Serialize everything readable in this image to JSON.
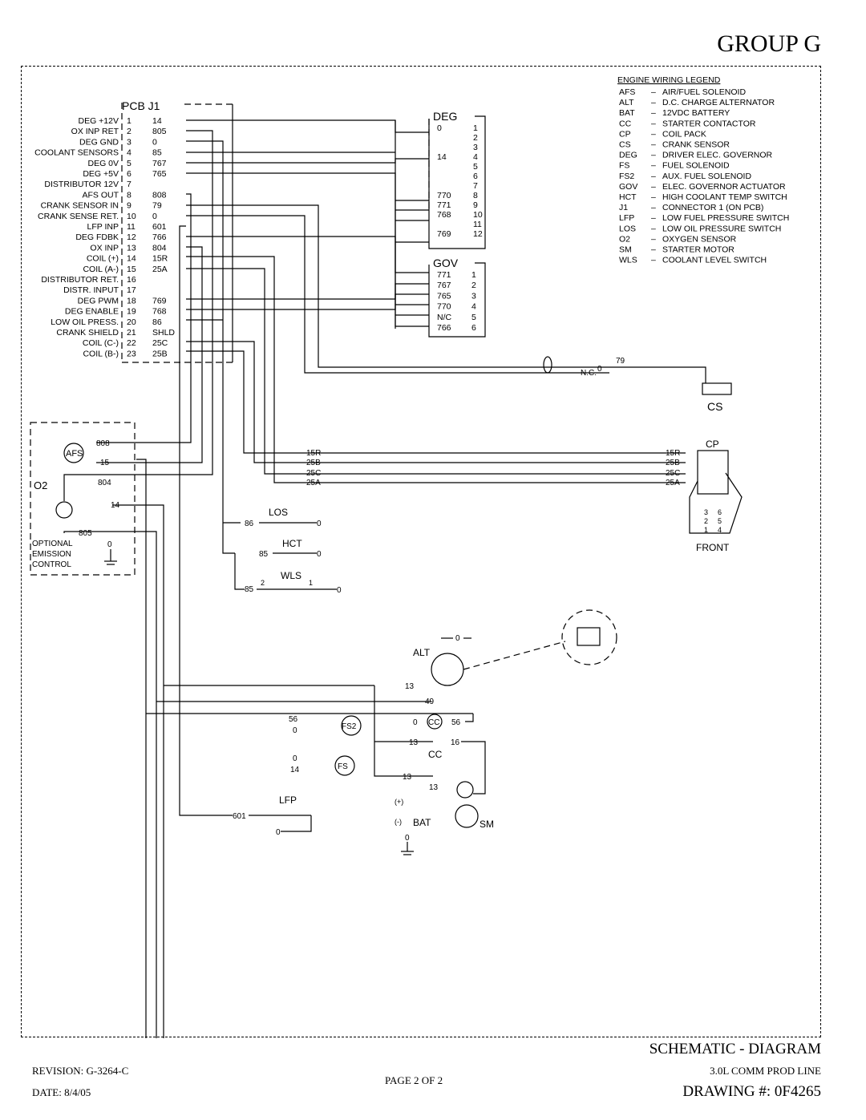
{
  "header": {
    "group": "GROUP G"
  },
  "pcb": {
    "title": "PCB J1",
    "pins": [
      {
        "label": "DEG +12V",
        "pin": "1",
        "wire": "14"
      },
      {
        "label": "OX INP RET",
        "pin": "2",
        "wire": "805"
      },
      {
        "label": "DEG GND",
        "pin": "3",
        "wire": "0"
      },
      {
        "label": "COOLANT SENSORS",
        "pin": "4",
        "wire": "85"
      },
      {
        "label": "DEG 0V",
        "pin": "5",
        "wire": "767"
      },
      {
        "label": "DEG +5V",
        "pin": "6",
        "wire": "765"
      },
      {
        "label": "DISTRIBUTOR 12V",
        "pin": "7",
        "wire": ""
      },
      {
        "label": "AFS OUT",
        "pin": "8",
        "wire": "808"
      },
      {
        "label": "CRANK SENSOR IN",
        "pin": "9",
        "wire": "79"
      },
      {
        "label": "CRANK SENSE RET.",
        "pin": "10",
        "wire": "0"
      },
      {
        "label": "LFP INP",
        "pin": "11",
        "wire": "601"
      },
      {
        "label": "DEG FDBK",
        "pin": "12",
        "wire": "766"
      },
      {
        "label": "OX INP",
        "pin": "13",
        "wire": "804"
      },
      {
        "label": "COIL (+)",
        "pin": "14",
        "wire": "15R"
      },
      {
        "label": "COIL (A-)",
        "pin": "15",
        "wire": "25A"
      },
      {
        "label": "DISTRIBUTOR RET.",
        "pin": "16",
        "wire": ""
      },
      {
        "label": "DISTR. INPUT",
        "pin": "17",
        "wire": ""
      },
      {
        "label": "DEG PWM",
        "pin": "18",
        "wire": "769"
      },
      {
        "label": "DEG ENABLE",
        "pin": "19",
        "wire": "768"
      },
      {
        "label": "LOW OIL PRESS.",
        "pin": "20",
        "wire": "86"
      },
      {
        "label": "CRANK SHIELD",
        "pin": "21",
        "wire": "SHLD"
      },
      {
        "label": "COIL (C-)",
        "pin": "22",
        "wire": "25C"
      },
      {
        "label": "COIL (B-)",
        "pin": "23",
        "wire": "25B"
      }
    ]
  },
  "deg": {
    "title": "DEG",
    "rows": [
      {
        "pin": "1",
        "wire": "0"
      },
      {
        "pin": "2",
        "wire": ""
      },
      {
        "pin": "3",
        "wire": ""
      },
      {
        "pin": "4",
        "wire": "14"
      },
      {
        "pin": "5",
        "wire": ""
      },
      {
        "pin": "6",
        "wire": ""
      },
      {
        "pin": "7",
        "wire": ""
      },
      {
        "pin": "8",
        "wire": "770"
      },
      {
        "pin": "9",
        "wire": "771"
      },
      {
        "pin": "10",
        "wire": "768"
      },
      {
        "pin": "11",
        "wire": ""
      },
      {
        "pin": "12",
        "wire": "769"
      }
    ]
  },
  "gov": {
    "title": "GOV",
    "rows": [
      {
        "pin": "1",
        "wire": "771"
      },
      {
        "pin": "2",
        "wire": "767"
      },
      {
        "pin": "3",
        "wire": "765"
      },
      {
        "pin": "4",
        "wire": "770"
      },
      {
        "pin": "5",
        "wire": "N/C"
      },
      {
        "pin": "6",
        "wire": "766"
      }
    ]
  },
  "legend": {
    "title": "ENGINE WIRING LEGEND",
    "items": [
      {
        "code": "AFS",
        "desc": "AIR/FUEL SOLENOID"
      },
      {
        "code": "ALT",
        "desc": "D.C. CHARGE ALTERNATOR"
      },
      {
        "code": "BAT",
        "desc": "12VDC BATTERY"
      },
      {
        "code": "CC",
        "desc": "STARTER CONTACTOR"
      },
      {
        "code": "CP",
        "desc": "COIL PACK"
      },
      {
        "code": "CS",
        "desc": "CRANK SENSOR"
      },
      {
        "code": "DEG",
        "desc": "DRIVER ELEC. GOVERNOR"
      },
      {
        "code": "FS",
        "desc": "FUEL SOLENOID"
      },
      {
        "code": "FS2",
        "desc": "AUX. FUEL SOLENOID"
      },
      {
        "code": "GOV",
        "desc": "ELEC. GOVERNOR ACTUATOR"
      },
      {
        "code": "HCT",
        "desc": "HIGH COOLANT TEMP SWITCH"
      },
      {
        "code": "J1",
        "desc": "CONNECTOR 1 (ON PCB)"
      },
      {
        "code": "LFP",
        "desc": "LOW FUEL PRESSURE SWITCH"
      },
      {
        "code": "LOS",
        "desc": "LOW OIL PRESSURE SWITCH"
      },
      {
        "code": "O2",
        "desc": "OXYGEN SENSOR"
      },
      {
        "code": "SM",
        "desc": "STARTER MOTOR"
      },
      {
        "code": "WLS",
        "desc": "COOLANT LEVEL SWITCH"
      }
    ]
  },
  "labels": {
    "cs": "CS",
    "cs_wire": "79",
    "cs_nc": "N.C.",
    "cs_nc_wire": "0",
    "cp": "CP",
    "front": "FRONT",
    "cp_wires": [
      "15R",
      "25B",
      "25C",
      "25A"
    ],
    "cp_wires_left": [
      "15R",
      "25B",
      "25C",
      "25A"
    ],
    "cp_pins_left": [
      "3",
      "2",
      "1"
    ],
    "cp_pins_right": [
      "6",
      "5",
      "4"
    ],
    "afs": "AFS",
    "o2": "O2",
    "afs_808": "808",
    "afs_15": "15",
    "o2_804": "804",
    "o2_805": "805",
    "o2_14": "14",
    "o2_gnd": "0",
    "optional": [
      "OPTIONAL",
      "EMISSION",
      "CONTROL"
    ],
    "los": "LOS",
    "los_wire": "86",
    "los_gnd": "0",
    "hct": "HCT",
    "hct_wire": "85",
    "hct_gnd": "0",
    "wls": "WLS",
    "wls_wire": "85",
    "wls_p2": "2",
    "wls_p1": "1",
    "wls_gnd": "0",
    "alt": "ALT",
    "alt_gnd": "0",
    "alt_13": "13",
    "alt_49": "49",
    "fs2": "FS2",
    "fs2_wire": "56",
    "fs2_gnd": "0",
    "cc_coil": "CC",
    "cc_coil_gnd": "0",
    "cc_coil_wire": "56",
    "cc": "CC",
    "cc_13": "13",
    "cc_16": "16",
    "fs": "FS",
    "fs_gnd": "0",
    "fs_wire": "14",
    "sm_13a": "13",
    "sm_13b": "13",
    "lfp": "LFP",
    "lfp_wire": "601",
    "lfp_gnd": "0",
    "bat": "BAT",
    "bat_plus": "(+)",
    "bat_minus": "(-)",
    "bat_gnd": "0",
    "sm": "SM"
  },
  "footer": {
    "title": "SCHEMATIC - DIAGRAM",
    "revision": "REVISION: G-3264-C",
    "date": "DATE: 8/4/05",
    "page": "PAGE 2 OF 2",
    "line": "3.0L COMM PROD LINE",
    "drawing": "DRAWING #: 0F4265"
  }
}
